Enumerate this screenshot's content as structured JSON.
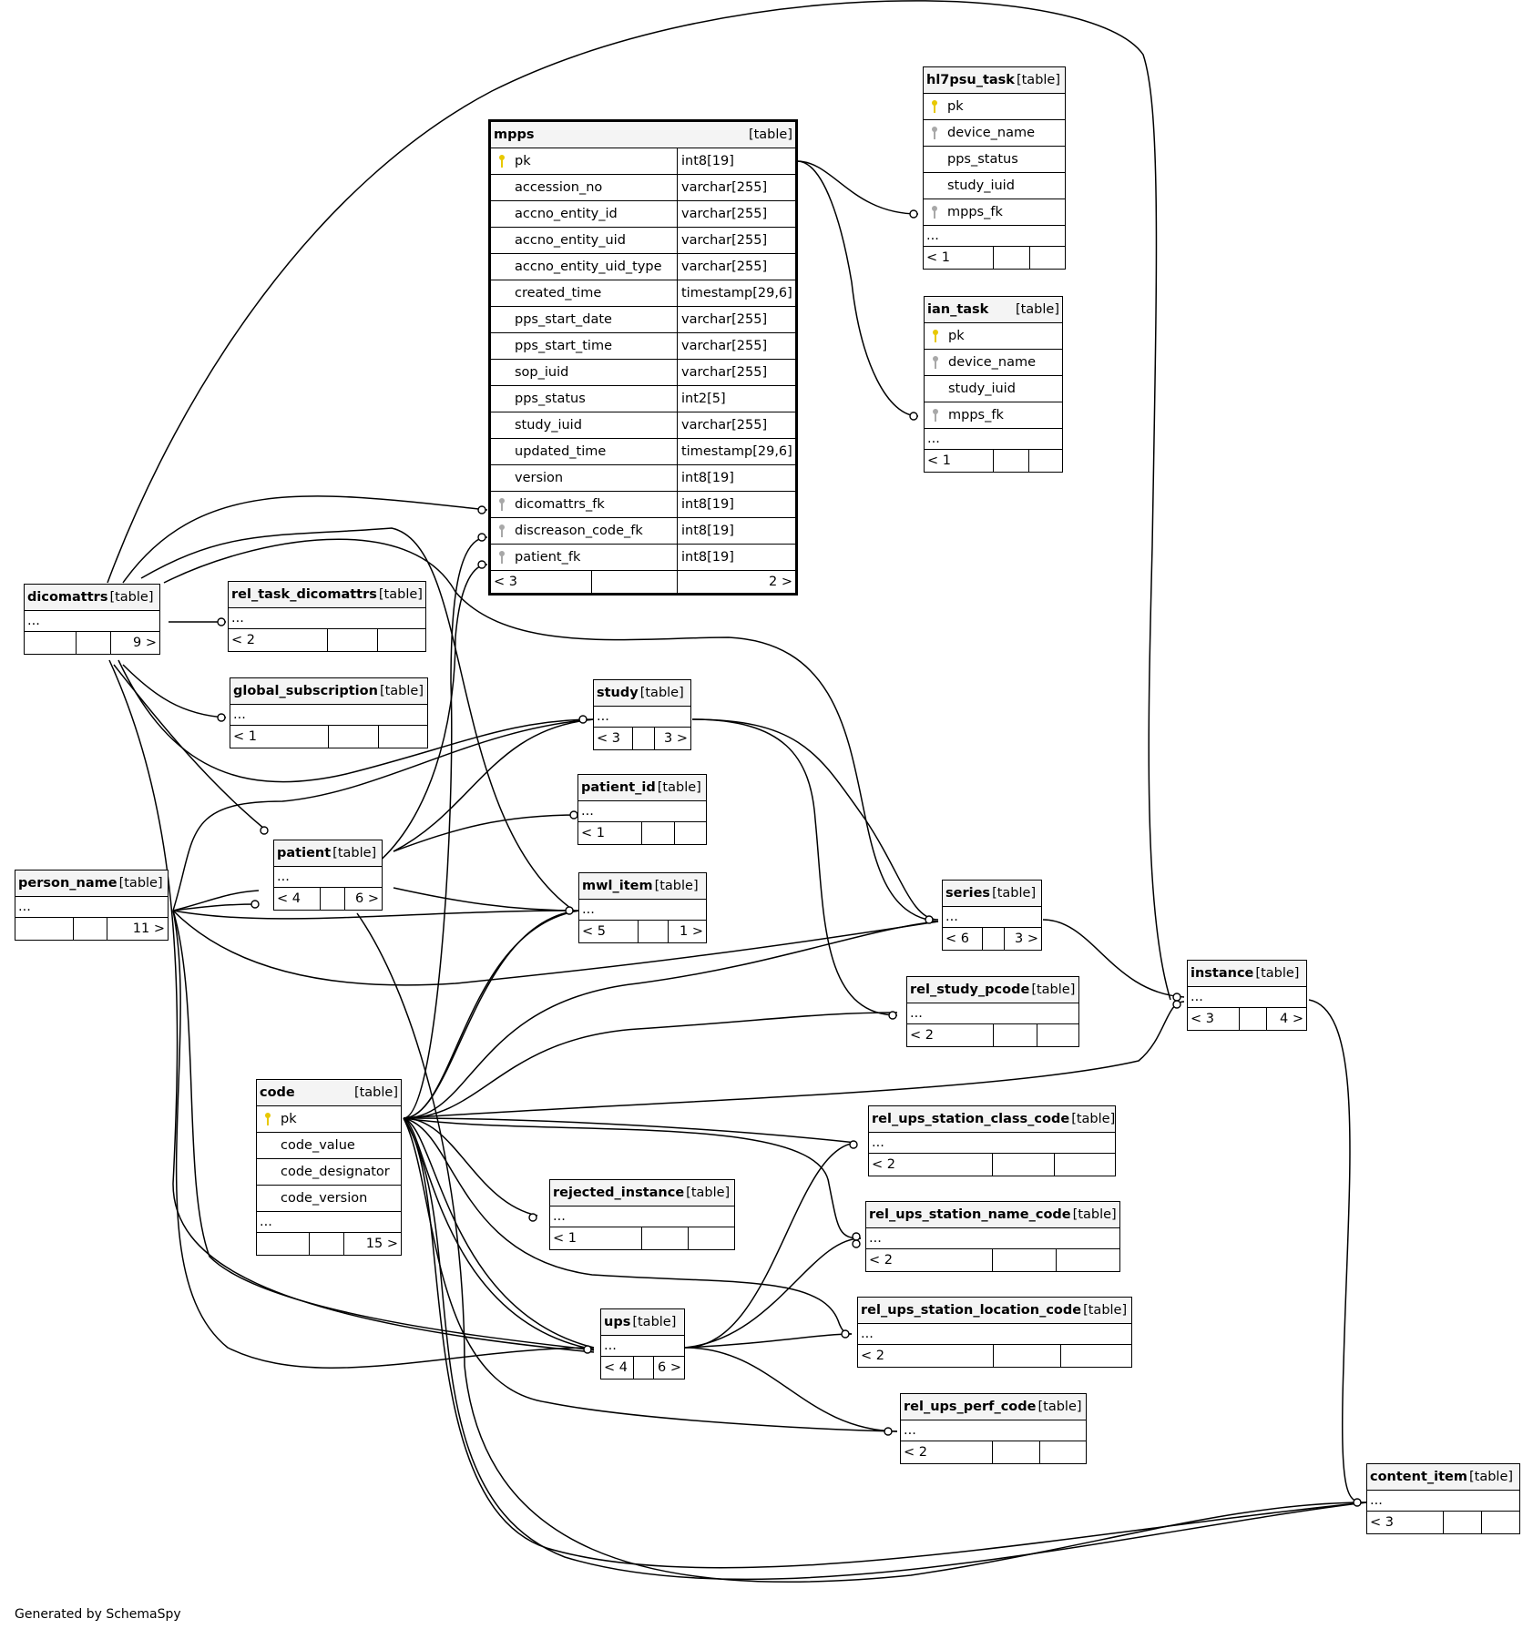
{
  "footer": "Generated by SchemaSpy",
  "tag": "[table]",
  "ellipsis": "...",
  "tables": {
    "mpps": {
      "name": "mpps",
      "columns": [
        {
          "name": "pk",
          "type": "int8[19]",
          "key": "pk"
        },
        {
          "name": "accession_no",
          "type": "varchar[255]",
          "key": "none"
        },
        {
          "name": "accno_entity_id",
          "type": "varchar[255]",
          "key": "none"
        },
        {
          "name": "accno_entity_uid",
          "type": "varchar[255]",
          "key": "none"
        },
        {
          "name": "accno_entity_uid_type",
          "type": "varchar[255]",
          "key": "none"
        },
        {
          "name": "created_time",
          "type": "timestamp[29,6]",
          "key": "none"
        },
        {
          "name": "pps_start_date",
          "type": "varchar[255]",
          "key": "none"
        },
        {
          "name": "pps_start_time",
          "type": "varchar[255]",
          "key": "none"
        },
        {
          "name": "sop_iuid",
          "type": "varchar[255]",
          "key": "none"
        },
        {
          "name": "pps_status",
          "type": "int2[5]",
          "key": "none"
        },
        {
          "name": "study_iuid",
          "type": "varchar[255]",
          "key": "none"
        },
        {
          "name": "updated_time",
          "type": "timestamp[29,6]",
          "key": "none"
        },
        {
          "name": "version",
          "type": "int8[19]",
          "key": "none"
        },
        {
          "name": "dicomattrs_fk",
          "type": "int8[19]",
          "key": "fk"
        },
        {
          "name": "discreason_code_fk",
          "type": "int8[19]",
          "key": "fk"
        },
        {
          "name": "patient_fk",
          "type": "int8[19]",
          "key": "fk"
        }
      ],
      "footer": [
        "< 3",
        "",
        "2 >"
      ]
    },
    "hl7psu_task": {
      "name": "hl7psu_task",
      "columns": [
        {
          "name": "pk",
          "key": "pk"
        },
        {
          "name": "device_name",
          "key": "fk"
        },
        {
          "name": "pps_status",
          "key": "none"
        },
        {
          "name": "study_iuid",
          "key": "none"
        },
        {
          "name": "mpps_fk",
          "key": "fk"
        }
      ],
      "footer": [
        "< 1",
        "",
        ""
      ]
    },
    "ian_task": {
      "name": "ian_task",
      "columns": [
        {
          "name": "pk",
          "key": "pk"
        },
        {
          "name": "device_name",
          "key": "fk"
        },
        {
          "name": "study_iuid",
          "key": "none"
        },
        {
          "name": "mpps_fk",
          "key": "fk"
        }
      ],
      "footer": [
        "< 1",
        "",
        ""
      ]
    },
    "code": {
      "name": "code",
      "columns": [
        {
          "name": "pk",
          "key": "pk"
        },
        {
          "name": "code_value",
          "key": "none"
        },
        {
          "name": "code_designator",
          "key": "none"
        },
        {
          "name": "code_version",
          "key": "none"
        }
      ],
      "footer": [
        "",
        "",
        "15 >"
      ]
    },
    "dicomattrs": {
      "name": "dicomattrs",
      "footer": [
        "",
        "",
        "9 >"
      ]
    },
    "rel_task_dicomattrs": {
      "name": "rel_task_dicomattrs",
      "footer": [
        "< 2",
        "",
        ""
      ]
    },
    "global_subscription": {
      "name": "global_subscription",
      "footer": [
        "< 1",
        "",
        ""
      ]
    },
    "person_name": {
      "name": "person_name",
      "footer": [
        "",
        "",
        "11 >"
      ]
    },
    "patient": {
      "name": "patient",
      "footer": [
        "< 4",
        "",
        "6 >"
      ]
    },
    "study": {
      "name": "study",
      "footer": [
        "< 3",
        "",
        "3 >"
      ]
    },
    "patient_id": {
      "name": "patient_id",
      "footer": [
        "< 1",
        "",
        ""
      ]
    },
    "mwl_item": {
      "name": "mwl_item",
      "footer": [
        "< 5",
        "",
        "1 >"
      ]
    },
    "series": {
      "name": "series",
      "footer": [
        "< 6",
        "",
        "3 >"
      ]
    },
    "rel_study_pcode": {
      "name": "rel_study_pcode",
      "footer": [
        "< 2",
        "",
        ""
      ]
    },
    "instance": {
      "name": "instance",
      "footer": [
        "< 3",
        "",
        "4 >"
      ]
    },
    "rel_ups_station_class_code": {
      "name": "rel_ups_station_class_code",
      "footer": [
        "< 2",
        "",
        ""
      ]
    },
    "rejected_instance": {
      "name": "rejected_instance",
      "footer": [
        "< 1",
        "",
        ""
      ]
    },
    "rel_ups_station_name_code": {
      "name": "rel_ups_station_name_code",
      "footer": [
        "< 2",
        "",
        ""
      ]
    },
    "rel_ups_station_location_code": {
      "name": "rel_ups_station_location_code",
      "footer": [
        "< 2",
        "",
        ""
      ]
    },
    "ups": {
      "name": "ups",
      "footer": [
        "< 4",
        "",
        "6 >"
      ]
    },
    "rel_ups_perf_code": {
      "name": "rel_ups_perf_code",
      "footer": [
        "< 2",
        "",
        ""
      ]
    },
    "content_item": {
      "name": "content_item",
      "footer": [
        "< 3",
        "",
        ""
      ]
    }
  }
}
